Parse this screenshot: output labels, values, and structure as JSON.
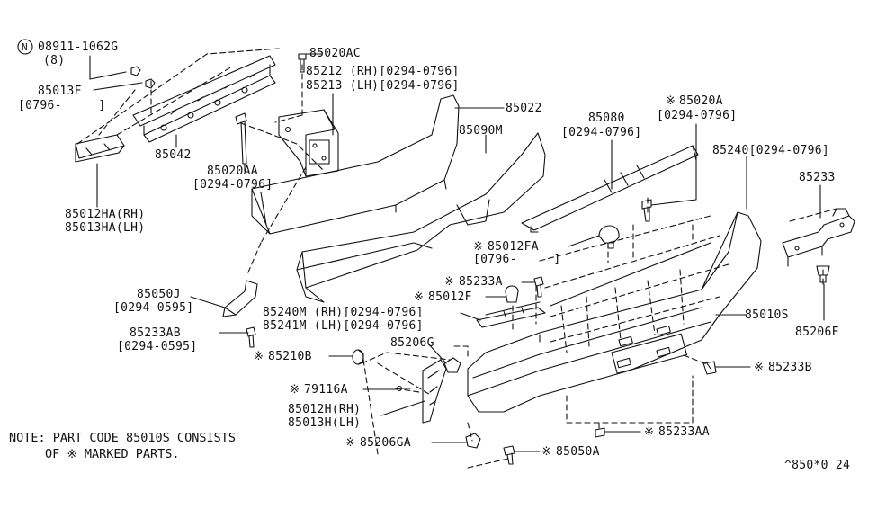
{
  "labels": {
    "l1a": "08911-1062G",
    "l1b": "(8)",
    "l2": "85020AC",
    "l3": "85212 (RH)[0294-0796]",
    "l4": "85213 (LH)[0294-0796]",
    "l5": "85013F",
    "l6": "[0796-     ]",
    "l7": "85042",
    "l8": "85022",
    "l9": "85090M",
    "l10": "85020AA",
    "l11": "[0294-0796]",
    "l12": "85012HA(RH)",
    "l13": "85013HA(LH)",
    "l14": "85080",
    "l15": "[0294-0796]",
    "l16": "85020A",
    "l17": "[0294-0796]",
    "l18": "85240[0294-0796]",
    "l19": "85233",
    "l20": "85012FA",
    "l21": "[0796-     ]",
    "l22": "85233A",
    "l23": "85012F",
    "l24": "85050J",
    "l25": "[0294-0595]",
    "l26": "85240M (RH)[0294-0796]",
    "l27": "85241M (LH)[0294-0796]",
    "l28": "85010S",
    "l29": "85233AB",
    "l30": "[0294-0595]",
    "l31": "85206G",
    "l32": "85210B",
    "l33": "79116A",
    "l34": "85012H(RH)",
    "l35": "85013H(LH)",
    "l36": "85233B",
    "l37": "85206F",
    "l38": "85233AA",
    "l39": "85206GA",
    "l40": "85050A"
  },
  "marker_symbol": "※",
  "circle_letter": "N",
  "note": {
    "line1": "NOTE: PART CODE 85010S CONSISTS",
    "line2": "OF ※ MARKED PARTS."
  },
  "figure_id": "^850*0 24"
}
